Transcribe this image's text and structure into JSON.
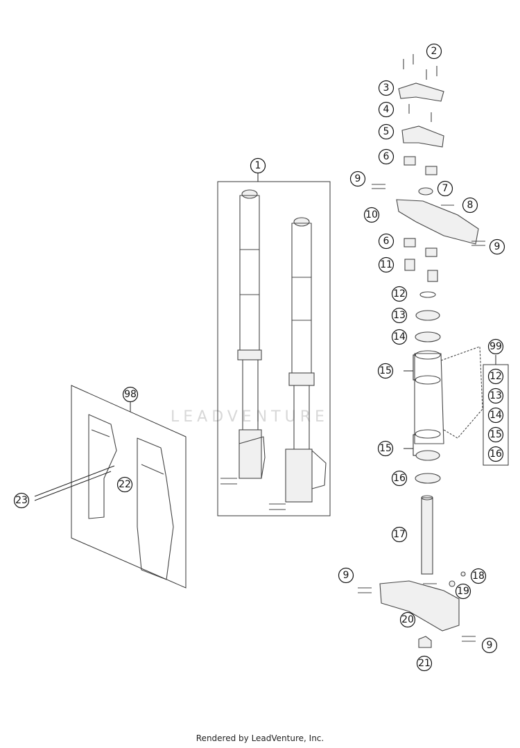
{
  "callouts": {
    "c1": "1",
    "c2": "2",
    "c3": "3",
    "c4": "4",
    "c5": "5",
    "c6": "6",
    "c6b": "6",
    "c7": "7",
    "c8": "8",
    "c9a": "9",
    "c9b": "9",
    "c9c": "9",
    "c9d": "9",
    "c10": "10",
    "c11": "11",
    "c12": "12",
    "c13": "13",
    "c14": "14",
    "c15a": "15",
    "c15b": "15",
    "c16": "16",
    "c17": "17",
    "c18": "18",
    "c19": "19",
    "c20": "20",
    "c21": "21",
    "c22": "22",
    "c23": "23",
    "c98": "98",
    "c99": "99"
  },
  "kit99": [
    "12",
    "13",
    "14",
    "15",
    "16"
  ],
  "watermark": "LEADVENTURE",
  "footer": "Rendered by LeadVenture, Inc."
}
